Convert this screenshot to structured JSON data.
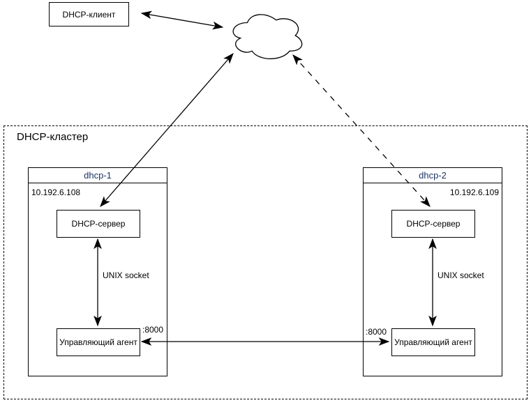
{
  "diagram": {
    "client": {
      "label": "DHCP-клиент"
    },
    "cloud": {
      "name": "network-cloud"
    },
    "cluster": {
      "label": "DHCP-кластер"
    },
    "nodes": [
      {
        "title": "dhcp-1",
        "ip": "10.192.6.108",
        "server_label": "DHCP-сервер",
        "agent_label": "Управляющий агент",
        "socket_label": "UNIX socket",
        "port_label": ":8000"
      },
      {
        "title": "dhcp-2",
        "ip": "10.192.6.109",
        "server_label": "DHCP-сервер",
        "agent_label": "Управляющий агент",
        "socket_label": "UNIX socket",
        "port_label": ":8000"
      }
    ],
    "colors": {
      "node_title": "#1c3464",
      "stroke": "#000000",
      "background": "#ffffff"
    }
  }
}
